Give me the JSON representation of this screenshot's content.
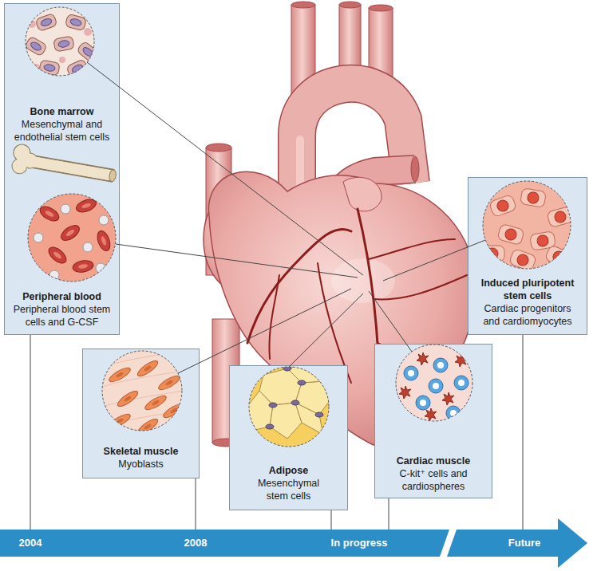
{
  "diagram": {
    "nodes": [
      {
        "text": [
          "Bone marrow",
          "Mesenchymal and endothelial stem cells"
        ]
      },
      {
        "text": [
          "Peripheral blood",
          "Peripheral blood stem cells and G-CSF"
        ]
      },
      {
        "text": [
          "Skeletal muscle",
          "Myoblasts"
        ]
      },
      {
        "text": [
          "Adipose",
          "Mesenchymal stem cells"
        ]
      },
      {
        "text": [
          "Cardiac muscle",
          "C-kit⁺ cells and cardiospheres"
        ]
      },
      {
        "text": [
          "Induced pluripotent stem cells",
          "Cardiac progenitors and cardiomyocytes"
        ]
      },
      {
        "text": [
          "2004",
          "2008",
          "In progress",
          "Future"
        ]
      }
    ],
    "edges": [
      {
        "from": 1,
        "to": 6,
        "arrow": "none"
      },
      {
        "from": 2,
        "to": 6,
        "arrow": "none"
      },
      {
        "from": 3,
        "to": 6,
        "arrow": "none"
      },
      {
        "from": 4,
        "to": 6,
        "arrow": "none"
      },
      {
        "from": 5,
        "to": 6,
        "arrow": "none"
      }
    ]
  }
}
